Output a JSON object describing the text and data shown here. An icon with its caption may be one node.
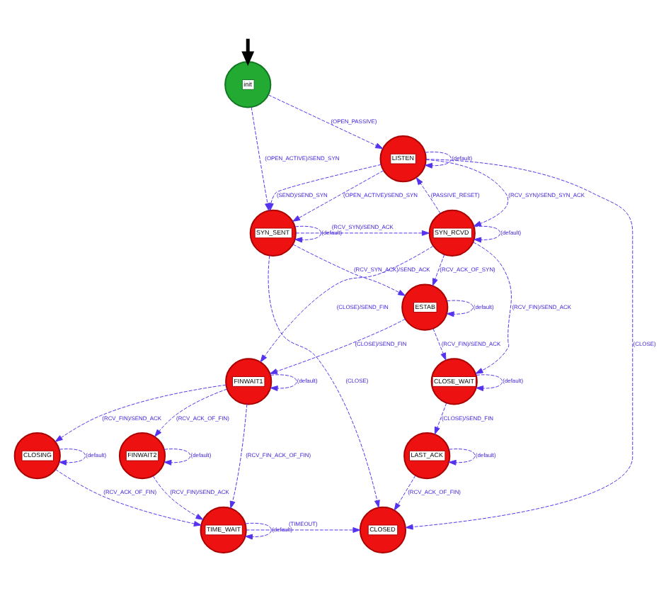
{
  "diagram": {
    "nodes": [
      {
        "text": [
          "init"
        ]
      },
      {
        "text": [
          "LISTEN"
        ]
      },
      {
        "text": [
          "SYN_RCVD"
        ]
      },
      {
        "text": [
          "SYN_SENT"
        ]
      },
      {
        "text": [
          "ESTAB"
        ]
      },
      {
        "text": [
          "FINWAIT1"
        ]
      },
      {
        "text": [
          "CLOSE_WAIT"
        ]
      },
      {
        "text": [
          "CLOSING"
        ]
      },
      {
        "text": [
          "FINWAIT2"
        ]
      },
      {
        "text": [
          "LAST_ACK"
        ]
      },
      {
        "text": [
          "TIME_WAIT"
        ]
      },
      {
        "text": [
          "CLOSED"
        ]
      }
    ],
    "edges": [
      {
        "from": null,
        "to": 0,
        "arrow": "to",
        "style": "thick",
        "color": "#000000"
      },
      {
        "from": 0,
        "to": 1,
        "arrow": "to",
        "label": "(OPEN_PASSIVE)",
        "style": "dashed"
      },
      {
        "from": 0,
        "to": 3,
        "arrow": "to",
        "label": "(OPEN_ACTIVE)/SEND_SYN",
        "style": "dashed"
      },
      {
        "from": 1,
        "to": 1,
        "arrow": "to",
        "label": "(default)",
        "style": "dashed"
      },
      {
        "from": 1,
        "to": 3,
        "arrow": "to",
        "label": "(OPEN_ACTIVE)/SEND_SYN",
        "style": "dashed"
      },
      {
        "from": 1,
        "to": 3,
        "arrow": "to",
        "label": "(SEND)/SEND_SYN",
        "style": "dashed"
      },
      {
        "from": 1,
        "to": 2,
        "arrow": "to",
        "label": "(RCV_SYN)/SEND_SYN_ACK",
        "style": "dashed"
      },
      {
        "from": 2,
        "to": 1,
        "arrow": "to",
        "label": "(PASSIVE_RESET)",
        "style": "dashed"
      },
      {
        "from": 1,
        "to": 11,
        "arrow": "to",
        "label": "(CLOSE)",
        "style": "dashed"
      },
      {
        "from": 2,
        "to": 2,
        "arrow": "to",
        "label": "(default)",
        "style": "dashed"
      },
      {
        "from": 3,
        "to": 3,
        "arrow": "to",
        "label": "(default)",
        "style": "dashed"
      },
      {
        "from": 3,
        "to": 2,
        "arrow": "to",
        "label": "(RCV_SYN)/SEND_ACK",
        "style": "dashed"
      },
      {
        "from": 3,
        "to": 11,
        "arrow": "to",
        "label": "(CLOSE)",
        "style": "dashed"
      },
      {
        "from": 2,
        "to": 4,
        "arrow": "to",
        "label": "(RCV_ACK_OF_SYN)",
        "style": "dashed"
      },
      {
        "from": 3,
        "to": 4,
        "arrow": "to",
        "label": "(RCV_SYN_ACK)/SEND_ACK",
        "style": "dashed"
      },
      {
        "from": 2,
        "to": 5,
        "arrow": "to",
        "label": "(CLOSE)/SEND_FIN",
        "style": "dashed"
      },
      {
        "from": 2,
        "to": 6,
        "arrow": "to",
        "label": "(RCV_FIN)/SEND_ACK",
        "style": "dashed"
      },
      {
        "from": 4,
        "to": 4,
        "arrow": "to",
        "label": "(default)",
        "style": "dashed"
      },
      {
        "from": 4,
        "to": 5,
        "arrow": "to",
        "label": "(CLOSE)/SEND_FIN",
        "style": "dashed"
      },
      {
        "from": 4,
        "to": 6,
        "arrow": "to",
        "label": "(RCV_FIN)/SEND_ACK",
        "style": "dashed"
      },
      {
        "from": 5,
        "to": 5,
        "arrow": "to",
        "label": "(default)",
        "style": "dashed"
      },
      {
        "from": 5,
        "to": 7,
        "arrow": "to",
        "label": "(RCV_FIN)/SEND_ACK",
        "style": "dashed"
      },
      {
        "from": 5,
        "to": 8,
        "arrow": "to",
        "label": "(RCV_ACK_OF_FIN)",
        "style": "dashed"
      },
      {
        "from": 5,
        "to": 10,
        "arrow": "to",
        "label": "(RCV_FIN_ACK_OF_FIN)",
        "style": "dashed"
      },
      {
        "from": 6,
        "to": 6,
        "arrow": "to",
        "label": "(default)",
        "style": "dashed"
      },
      {
        "from": 6,
        "to": 9,
        "arrow": "to",
        "label": "(CLOSE)/SEND_FIN",
        "style": "dashed"
      },
      {
        "from": 7,
        "to": 7,
        "arrow": "to",
        "label": "(default)",
        "style": "dashed"
      },
      {
        "from": 7,
        "to": 10,
        "arrow": "to",
        "label": "(RCV_ACK_OF_FIN)",
        "style": "dashed"
      },
      {
        "from": 8,
        "to": 8,
        "arrow": "to",
        "label": "(default)",
        "style": "dashed"
      },
      {
        "from": 8,
        "to": 10,
        "arrow": "to",
        "label": "(RCV_FIN)/SEND_ACK",
        "style": "dashed"
      },
      {
        "from": 9,
        "to": 9,
        "arrow": "to",
        "label": "(default)",
        "style": "dashed"
      },
      {
        "from": 9,
        "to": 11,
        "arrow": "to",
        "label": "(RCV_ACK_OF_FIN)",
        "style": "dashed"
      },
      {
        "from": 10,
        "to": 10,
        "arrow": "to",
        "label": "(default)",
        "style": "dashed"
      },
      {
        "from": 10,
        "to": 11,
        "arrow": "to",
        "label": "(TIMEOUT)",
        "style": "dashed"
      }
    ]
  }
}
